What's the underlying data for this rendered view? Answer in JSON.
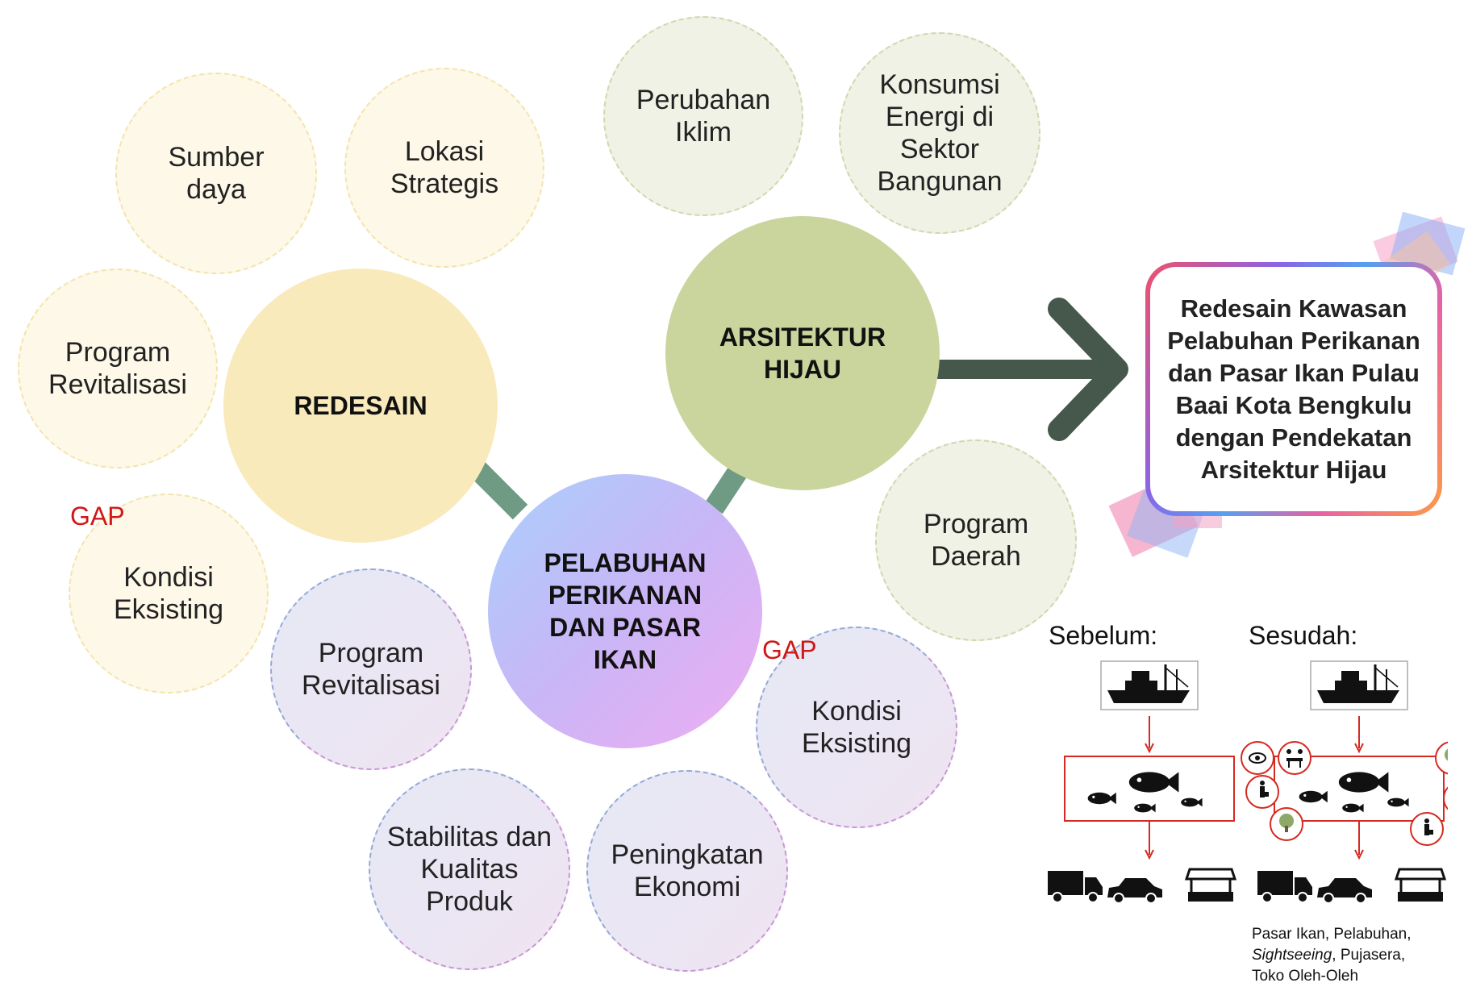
{
  "main_nodes": {
    "redesain": "REDESAIN",
    "arsitektur": [
      "ARSITEKTUR",
      "HIJAU"
    ],
    "pelabuhan": [
      "PELABUHAN",
      "PERIKANAN",
      "DAN PASAR",
      "IKAN"
    ]
  },
  "redesain_nodes": {
    "sumber_daya": [
      "Sumber",
      "daya"
    ],
    "lokasi": [
      "Lokasi",
      "Strategis"
    ],
    "program_revitalisasi": [
      "Program",
      "Revitalisasi"
    ],
    "kondisi": [
      "Kondisi",
      "Eksisting"
    ]
  },
  "arsitektur_nodes": {
    "perubahan": [
      "Perubahan",
      "Iklim"
    ],
    "konsumsi": [
      "Konsumsi",
      "Energi di",
      "Sektor",
      "Bangunan"
    ],
    "program_daerah": [
      "Program",
      "Daerah"
    ]
  },
  "pelabuhan_nodes": {
    "program_revitalisasi": [
      "Program",
      "Revitalisasi"
    ],
    "stabilitas": [
      "Stabilitas dan",
      "Kualitas",
      "Produk"
    ],
    "peningkatan": [
      "Peningkatan",
      "Ekonomi"
    ],
    "kondisi": [
      "Kondisi",
      "Eksisting"
    ]
  },
  "gap_labels": [
    "GAP",
    "GAP"
  ],
  "result_text": "Redesain Kawasan\nPelabuhan Perikanan\ndan Pasar Ikan Pulau\nBaai Kota Bengkulu\ndengan Pendekatan\nArsitektur Hijau",
  "before_label": "Sebelum:",
  "after_label": "Sesudah:",
  "caption": {
    "line1": "Pasar Ikan, Pelabuhan,",
    "sightseeing": "Sightseeing",
    "line2_rest": ", Pujasera,",
    "line3": "Toko Oleh-Oleh"
  },
  "colors": {
    "connector": "#6f9a84",
    "arrow": "#46584c",
    "gap": "#d01818",
    "flow_red": "#d42a20",
    "redesain_fill": "#f8eabb",
    "arsitektur_fill": "#c9d59c"
  },
  "icons": [
    "ship-icon",
    "fish-icon",
    "truck-icon",
    "car-icon",
    "market-stall-icon",
    "eye-icon",
    "dining-icon",
    "person-bag-icon",
    "tree-icon",
    "family-icon"
  ]
}
